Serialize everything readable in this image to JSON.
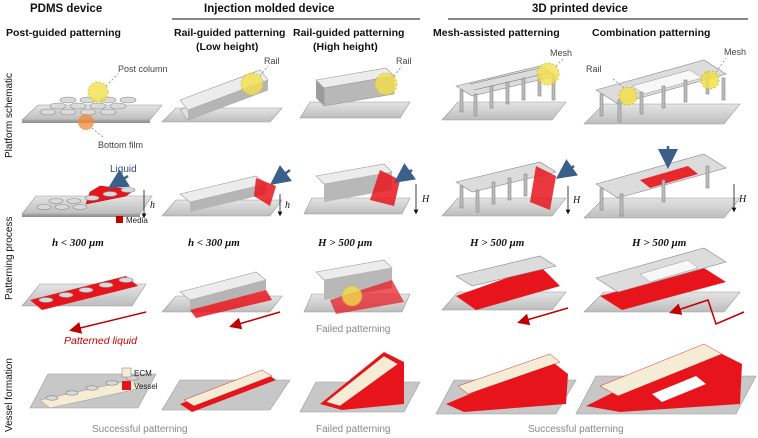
{
  "headers": {
    "pdms": "PDMS device",
    "injection": "Injection molded device",
    "printed": "3D printed device"
  },
  "columns": [
    {
      "title1": "Post-guided patterning",
      "title2": ""
    },
    {
      "title1": "Rail-guided patterning",
      "title2": "(Low height)"
    },
    {
      "title1": "Rail-guided patterning",
      "title2": "(High height)"
    },
    {
      "title1": "Mesh-assisted patterning",
      "title2": ""
    },
    {
      "title1": "Combination patterning",
      "title2": ""
    }
  ],
  "rows": [
    "Platform schematic",
    "Patterning process",
    "Vessel formation"
  ],
  "labels": {
    "post_column": "Post column",
    "bottom_film": "Bottom film",
    "rail1": "Rail",
    "rail2": "Rail",
    "mesh1": "Mesh",
    "mesh2": "Mesh",
    "rail3": "Rail",
    "liquid": "Liquid",
    "media": "Media",
    "h1": "h",
    "h2": "h",
    "H1": "H",
    "H2": "H",
    "H3": "H",
    "patterned_liquid": "Patterned liquid",
    "failed1": "Failed patterning",
    "ecm": "ECM",
    "vessel": "Vessel",
    "successful1": "Successful patterning",
    "failed2": "Failed patterning",
    "successful2": "Successful patterning"
  },
  "conditions": [
    "h < 300 μm",
    "h < 300 μm",
    "H > 500 μm",
    "H > 500 μm",
    "H > 500 μm"
  ],
  "colors": {
    "liquid_red": "#e8141c",
    "device_gray": "#c9c9c9",
    "arrow_blue": "#3b5f8a",
    "highlight_yellow": "#f2e04a",
    "highlight_orange": "#f08a3a",
    "ecm_cream": "#f5ecd6"
  }
}
